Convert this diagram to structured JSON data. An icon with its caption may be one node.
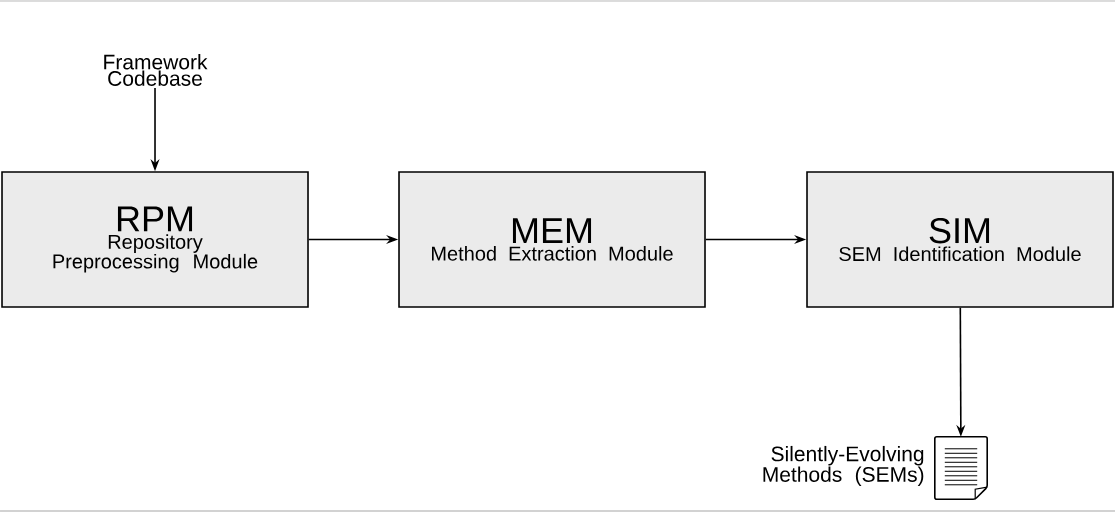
{
  "diagram": {
    "nodes": [
      {
        "text": [
          "Framework Codebase"
        ]
      },
      {
        "text": [
          "RPM",
          "Repository Preprocessing Module"
        ]
      },
      {
        "text": [
          "MEM",
          "Method Extraction Module"
        ]
      },
      {
        "text": [
          "SIM",
          "SEM Identification Module"
        ]
      },
      {
        "text": [],
        "shape": "document",
        "beside": [
          "Silently-Evolving Methods (SEMs)"
        ]
      }
    ],
    "edges": [
      {
        "from": 0,
        "to": 1,
        "arrow": "to"
      },
      {
        "from": 1,
        "to": 2,
        "arrow": "to"
      },
      {
        "from": 2,
        "to": 3,
        "arrow": "to"
      },
      {
        "from": 3,
        "to": 4,
        "arrow": "to"
      }
    ]
  }
}
